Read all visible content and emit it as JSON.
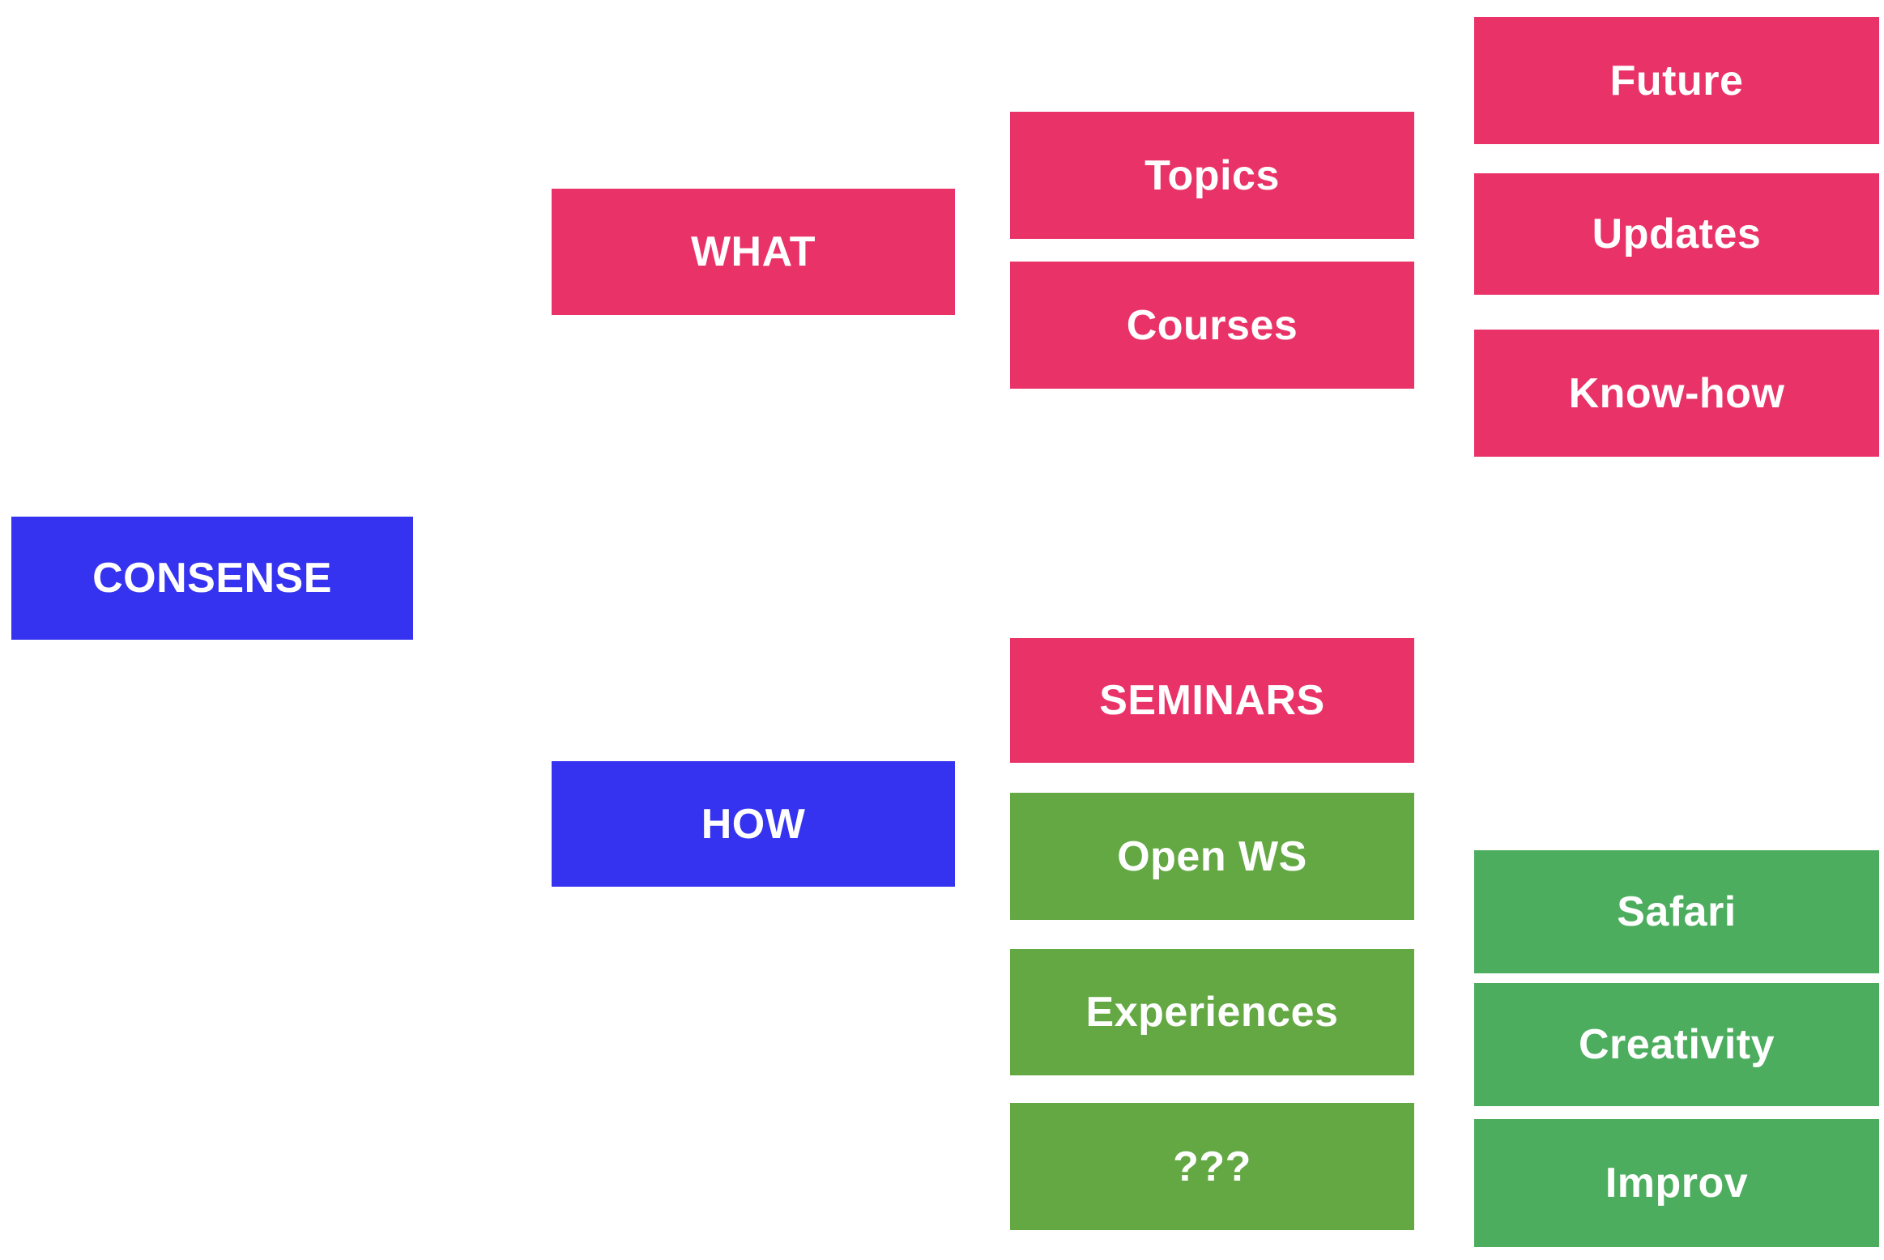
{
  "title": "CONSENSE mind map",
  "colors": {
    "background": "#ffffff",
    "blue": "#3533f0",
    "pink": "#e93368",
    "green_mid": "#64a844",
    "green_right": "#4dad5f",
    "text": "#ffffff"
  },
  "nodes": {
    "consense": {
      "label": "CONSENSE"
    },
    "what": {
      "label": "WHAT"
    },
    "how": {
      "label": "HOW"
    },
    "topics": {
      "label": "Topics"
    },
    "courses": {
      "label": "Courses"
    },
    "seminars": {
      "label": "SEMINARS"
    },
    "open_ws": {
      "label": "Open WS"
    },
    "experiences": {
      "label": "Experiences"
    },
    "unknown": {
      "label": "???"
    },
    "future": {
      "label": "Future"
    },
    "updates": {
      "label": "Updates"
    },
    "knowhow": {
      "label": "Know-how"
    },
    "safari": {
      "label": "Safari"
    },
    "creativity": {
      "label": "Creativity"
    },
    "improv": {
      "label": "Improv"
    }
  }
}
